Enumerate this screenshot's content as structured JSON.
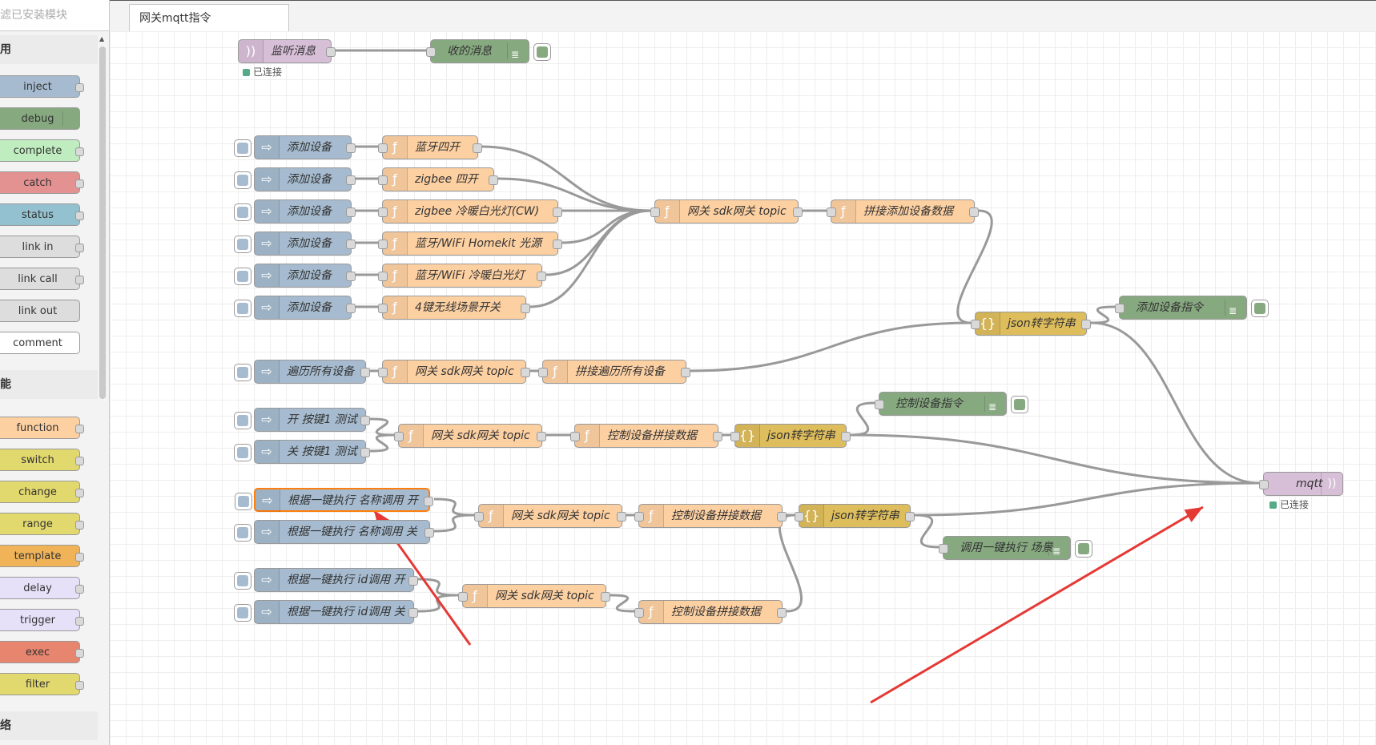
{
  "palette": {
    "filter_placeholder": "滤已安装模块",
    "categories": [
      {
        "name": "通用"
      },
      {
        "name": "功能"
      },
      {
        "name": "网络"
      }
    ],
    "common_nodes": [
      "inject",
      "debug",
      "complete",
      "catch",
      "status",
      "link in",
      "link call",
      "link out",
      "comment"
    ],
    "function_nodes": [
      "function",
      "switch",
      "change",
      "range",
      "template",
      "delay",
      "trigger",
      "exec",
      "filter"
    ],
    "colors": {
      "inject": "#a6bbcf",
      "debug": "#87a980",
      "complete": "#c0edc0",
      "catch": "#e49191",
      "status": "#94c1d0",
      "link in": "#dddddd",
      "link call": "#dddddd",
      "link out": "#dddddd",
      "comment": "#ffffff",
      "function": "#fdd0a2",
      "switch": "#e2d96e",
      "change": "#e2d96e",
      "range": "#e2d96e",
      "template": "#f0b358",
      "delay": "#e6e0f8",
      "trigger": "#e6e0f8",
      "exec": "#e8856f",
      "filter": "#e2d96e"
    }
  },
  "tab": {
    "label": "网关mqtt指令"
  },
  "flow": {
    "mqtt_in": {
      "label": "监听消息",
      "status": "已连接"
    },
    "debug_recv": {
      "label": "收的消息"
    },
    "add_injects": [
      "添加设备",
      "添加设备",
      "添加设备",
      "添加设备",
      "添加设备",
      "添加设备"
    ],
    "add_funcs": [
      "蓝牙四开",
      "zigbee 四开",
      "zigbee 冷暖白光灯(CW)",
      "蓝牙/WiFi Homekit 光源",
      "蓝牙/WiFi 冷暖白光灯",
      "4键无线场景开关"
    ],
    "gw_topic": "网关 sdk网关 topic",
    "splice_add": "拼接添加设备数据",
    "json1": "json转字符串",
    "debug_add": "添加设备指令",
    "traverse_inject": "遍历所有设备",
    "traverse_topic": "网关 sdk网关 topic",
    "traverse_splice": "拼接遍历所有设备",
    "btn_on": "开 按键1 测试",
    "btn_off": "关 按键1 测试",
    "ctrl_topic": "网关 sdk网关 topic",
    "ctrl_splice": "控制设备拼接数据",
    "json2": "json转字符串",
    "debug_ctrl": "控制设备指令",
    "scene_name_on": "根据一键执行 名称调用 开",
    "scene_name_off": "根据一键执行 名称调用 关",
    "scene_topic": "网关 sdk网关 topic",
    "scene_splice": "控制设备拼接数据",
    "json3": "json转字符串",
    "debug_scene": "调用一键执行 场景",
    "scene_id_on": "根据一键执行 id调用 开",
    "scene_id_off": "根据一键执行 id调用 关",
    "scene_id_topic": "网关 sdk网关 topic",
    "scene_id_splice": "控制设备拼接数据",
    "mqtt_out": {
      "label": "mqtt",
      "status": "已连接"
    }
  },
  "annotation_color": "#e53935"
}
